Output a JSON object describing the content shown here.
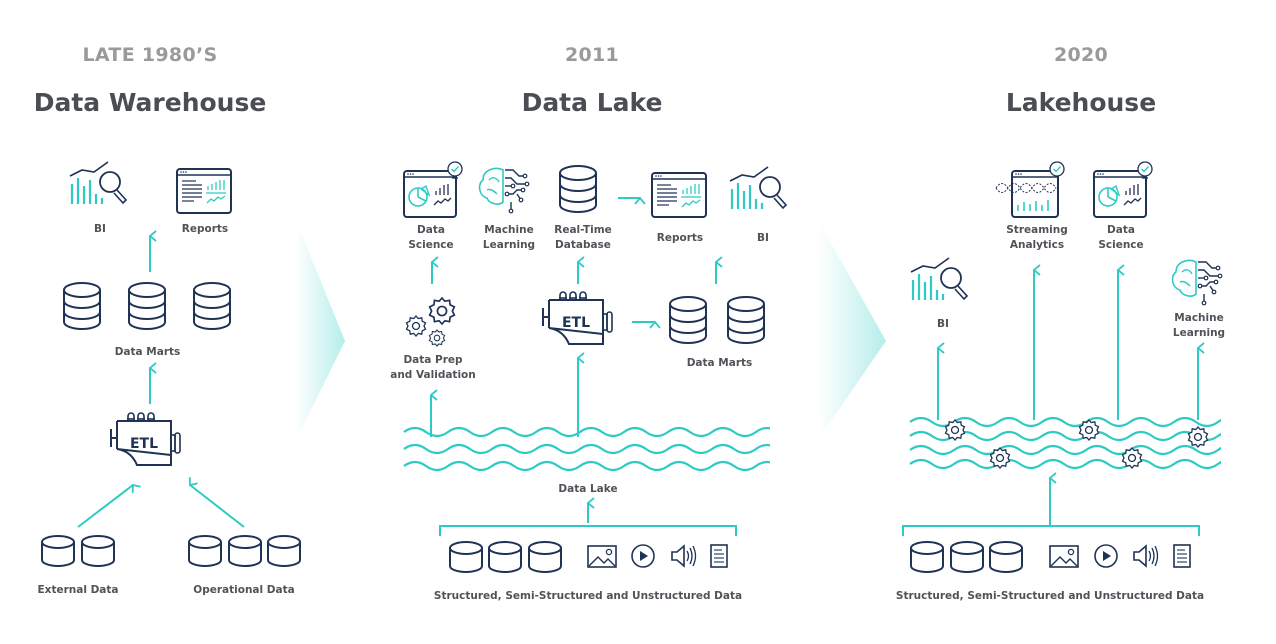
{
  "colors": {
    "accent": "#2ecbc4",
    "navy": "#1f3355",
    "era_text": "#9a9a9a",
    "title_text": "#4a4d52",
    "label_text": "#4f5358"
  },
  "panels": [
    {
      "era": "LATE 1980’S",
      "title": "Data Warehouse",
      "labels": {
        "bi": "BI",
        "reports": "Reports",
        "data_marts": "Data Marts",
        "etl": "ETL",
        "external_data": "External Data",
        "operational_data": "Operational Data"
      }
    },
    {
      "era": "2011",
      "title": "Data Lake",
      "labels": {
        "data_science": "Data\nScience",
        "machine_learning": "Machine\nLearning",
        "realtime_db": "Real-Time\nDatabase",
        "reports": "Reports",
        "bi": "BI",
        "data_prep": "Data Prep\nand Validation",
        "etl": "ETL",
        "data_marts": "Data Marts",
        "data_lake": "Data Lake",
        "sources": "Structured, Semi-Structured and Unstructured Data"
      }
    },
    {
      "era": "2020",
      "title": "Lakehouse",
      "labels": {
        "streaming": "Streaming\nAnalytics",
        "data_science": "Data\nScience",
        "bi": "BI",
        "machine_learning": "Machine\nLearning",
        "sources": "Structured, Semi-Structured and Unstructured Data"
      }
    }
  ],
  "icons": [
    "bi-chart-icon",
    "report-icon",
    "database-icon",
    "etl-engine-icon",
    "data-science-icon",
    "brain-icon",
    "gears-icon",
    "waves-icon",
    "image-icon",
    "play-icon",
    "audio-icon",
    "document-icon",
    "streaming-icon",
    "gear-icon",
    "chevron-right-icon"
  ]
}
